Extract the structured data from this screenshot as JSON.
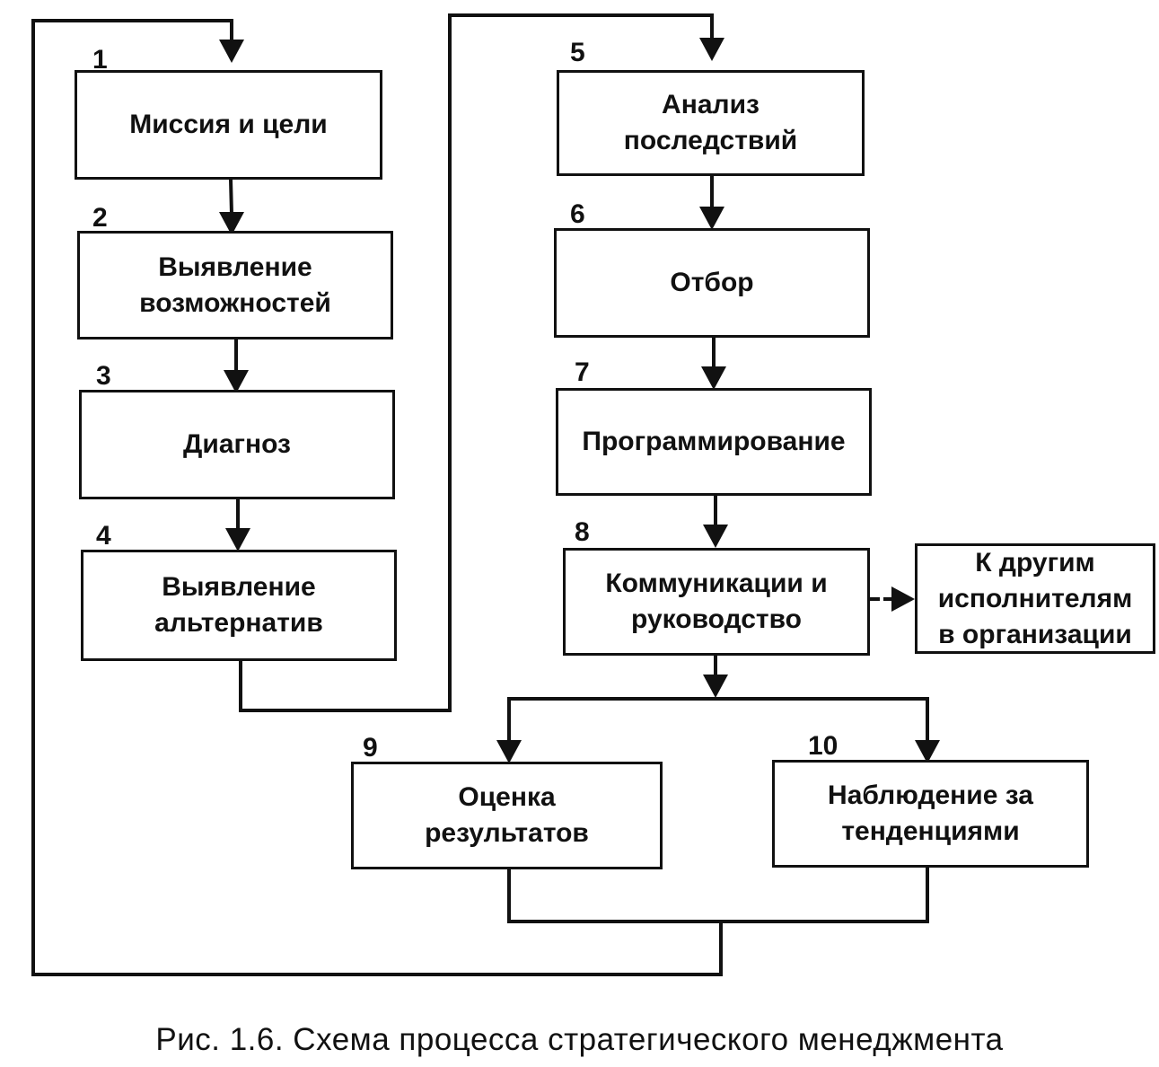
{
  "steps": [
    {
      "number": "1",
      "label": "Миссия и цели"
    },
    {
      "number": "2",
      "label": "Выявление\nвозможностей"
    },
    {
      "number": "3",
      "label": "Диагноз"
    },
    {
      "number": "4",
      "label": "Выявление\nальтернатив"
    },
    {
      "number": "5",
      "label": "Анализ\nпоследствий"
    },
    {
      "number": "6",
      "label": "Отбор"
    },
    {
      "number": "7",
      "label": "Программирование"
    },
    {
      "number": "8",
      "label": "Коммуникации и\nруководство"
    },
    {
      "number": "9",
      "label": "Оценка\nрезультатов"
    },
    {
      "number": "10",
      "label": "Наблюдение за\nтенденциями"
    }
  ],
  "external": {
    "label": "К другим\nисполнителям\nв организации"
  },
  "caption": "Рис. 1.6. Схема процесса стратегического менеджмента"
}
